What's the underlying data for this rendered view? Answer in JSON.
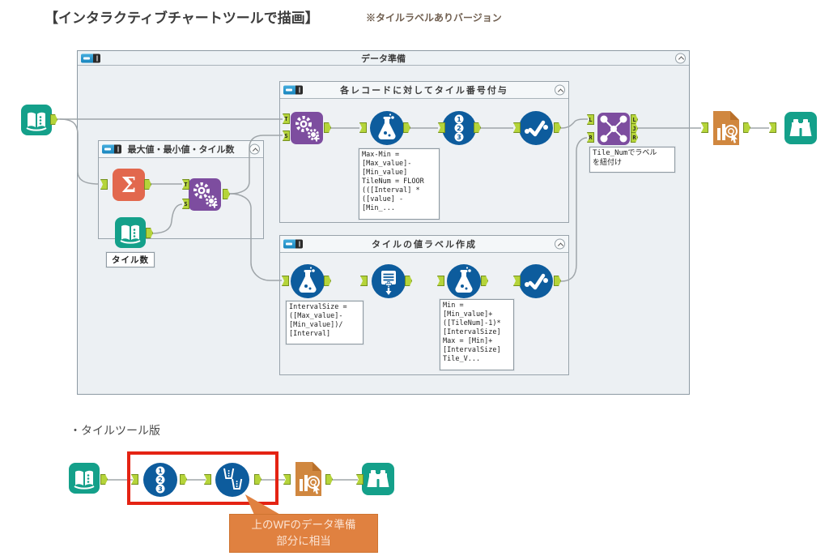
{
  "header": {
    "title": "【インタラクティブチャートツールで描画】",
    "subtitle": "※タイルラベルありバージョン"
  },
  "containers": {
    "main": "データ準備",
    "c1": "各レコードに対してタイル番号付与",
    "c2": "タイルの値ラベル作成",
    "minmax": "最大値・最小値・タイル数"
  },
  "notes": {
    "tile_count": "タイル数",
    "tilenum_formula": "Max-Min =\n[Max_value]-\n[Min_value]\nTileNum = FLOOR\n(([Interval] *\n([value] -\n[Min_...",
    "join_note": "Tile_Numでラベル\nを紐付け",
    "interval_formula": "IntervalSize =\n([Max_value]-\n[Min_value])/\n[Interval]",
    "minmax_formula": "Min =\n[Min_value]+\n([TileNum]-1)*\n[IntervalSize]\nMax = [Min]+\n[IntervalSize]\nTile_V..."
  },
  "section2": {
    "label": "・タイルツール版",
    "tooltip": "上のWFのデータ準備\n部分に相当"
  },
  "anchors": {
    "T": "T",
    "S": "S",
    "L": "L",
    "J": "J",
    "R": "R"
  },
  "record_id_digits": {
    "d1": "1",
    "d2": "2",
    "d3": "3"
  },
  "colors": {
    "teal": "#14a08a",
    "summarize_orange": "#e2684e",
    "purple": "#7d4d9f",
    "blue": "#0d5c9d",
    "chart_orange": "#d0873f",
    "anchor_green": "#b5d43a",
    "wire_gray": "#9fa5a9",
    "highlight_red": "#e42313",
    "tooltip_orange": "#e08140"
  }
}
